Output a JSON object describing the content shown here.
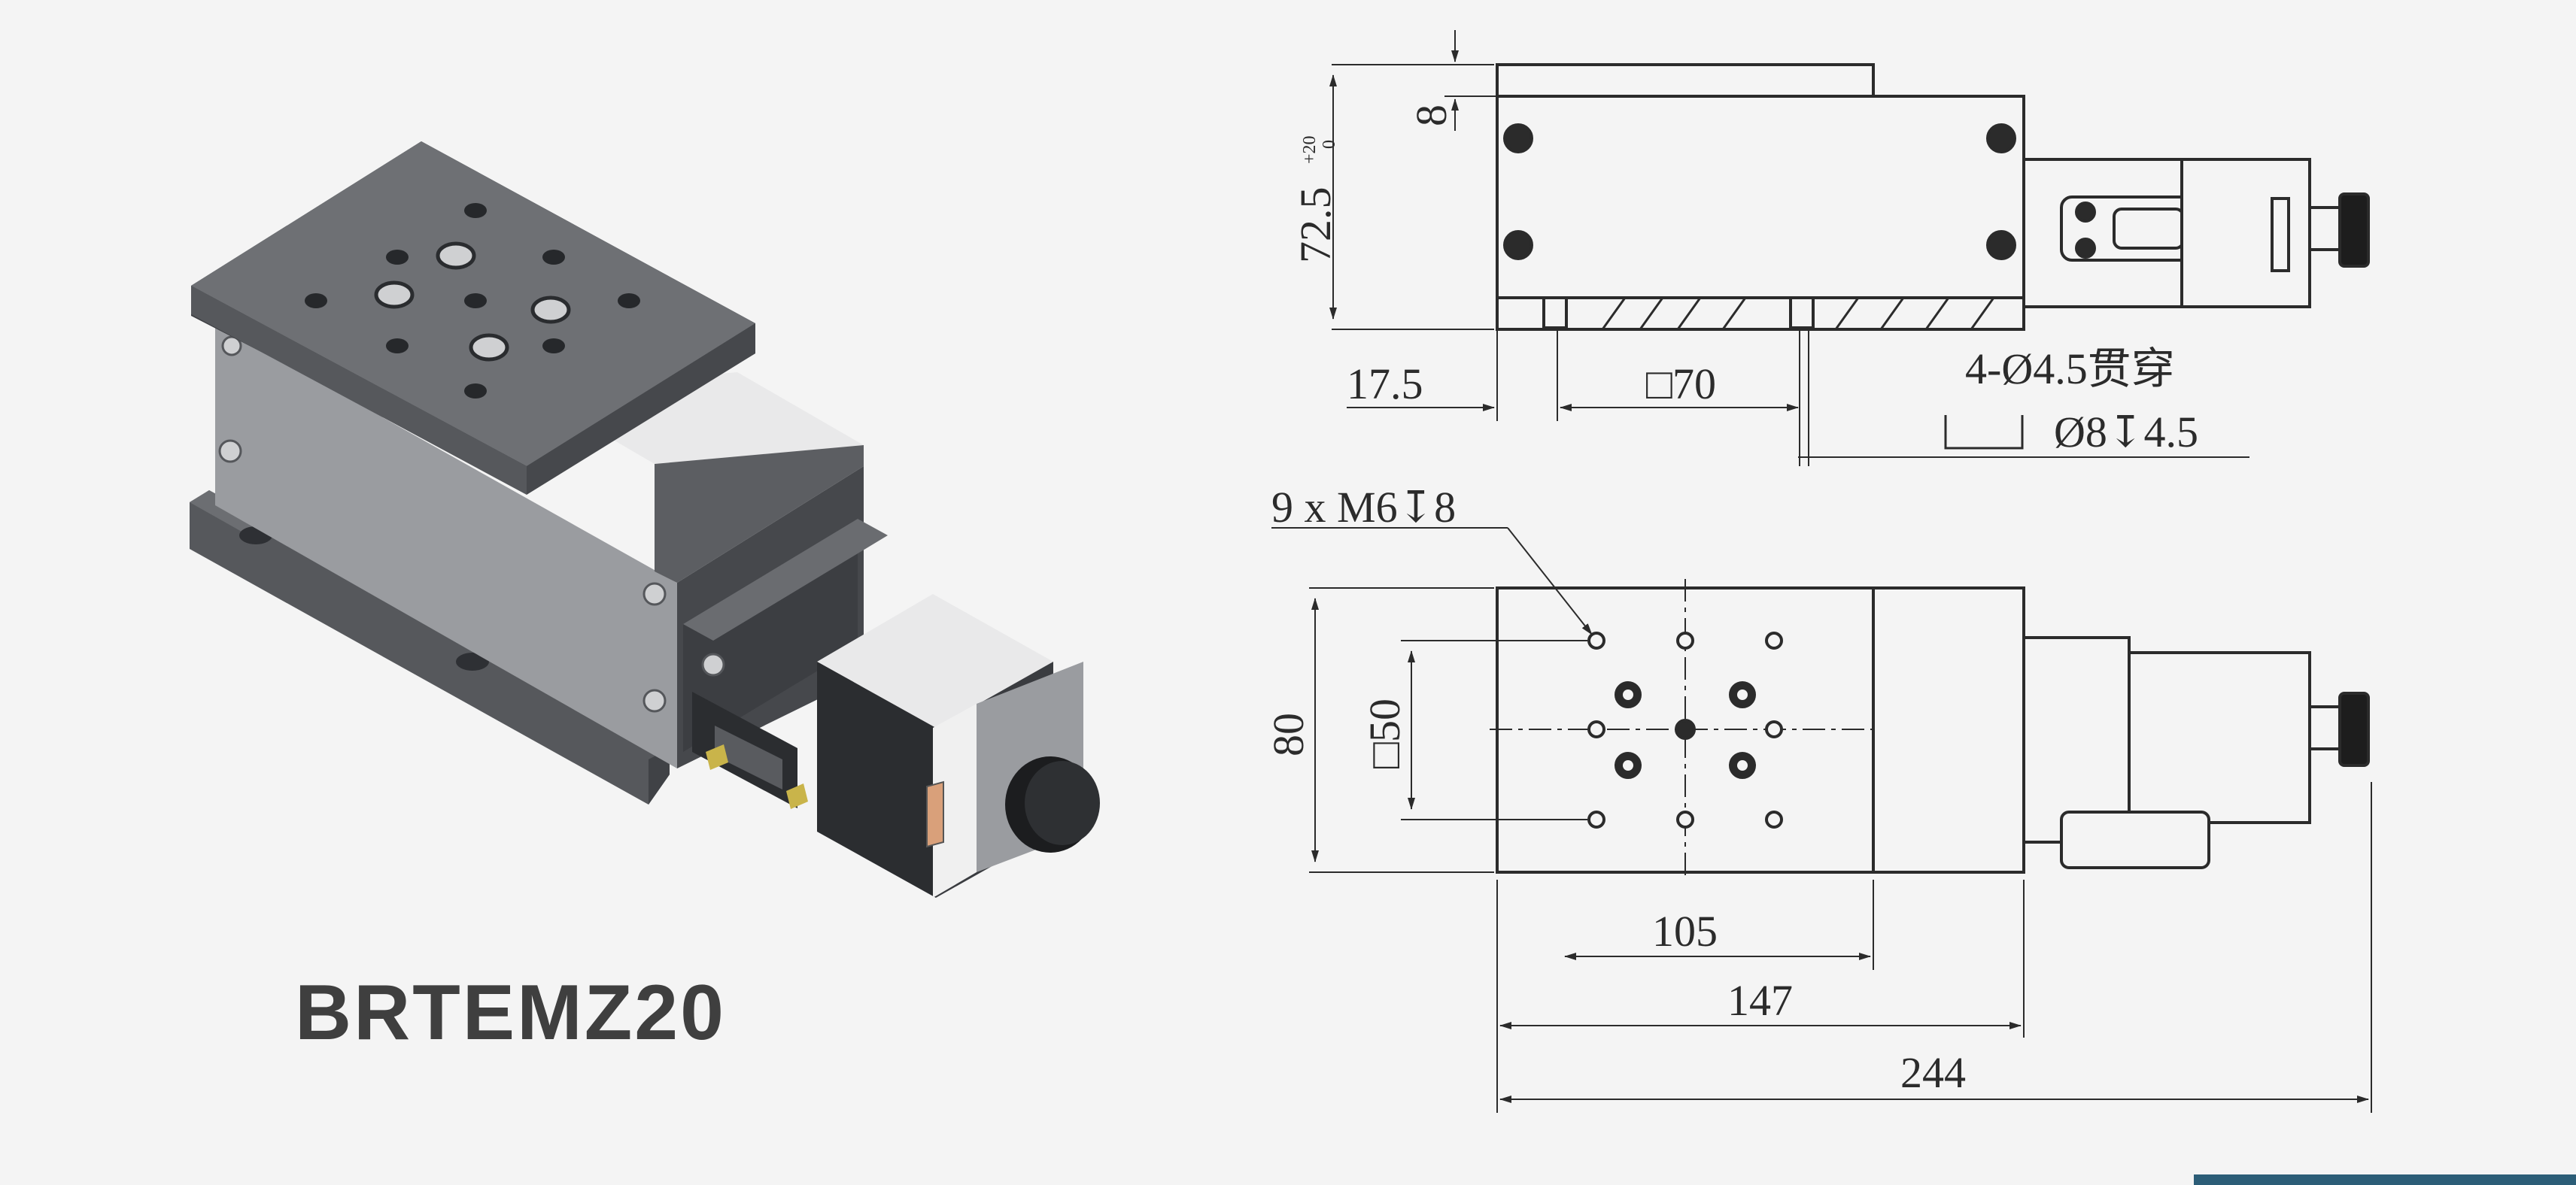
{
  "product": {
    "model": "BRTEMZ20"
  },
  "side_view": {
    "height_label": "72.5",
    "height_tol_upper": "+20",
    "height_tol_lower": "0",
    "plate_thickness": "8",
    "offset": "17.5",
    "square_70": "□70",
    "through_hole": "4-Ø4.5贯穿",
    "counterbore": "Ø8↧4.5"
  },
  "top_view": {
    "thread_note": "9 x  M6↧8",
    "width": "80",
    "square_50": "□50",
    "length_105": "105",
    "length_147": "147",
    "length_244": "244"
  },
  "colors": {
    "accent_bar": "#2c5d77",
    "text": "#3f3f3f"
  }
}
